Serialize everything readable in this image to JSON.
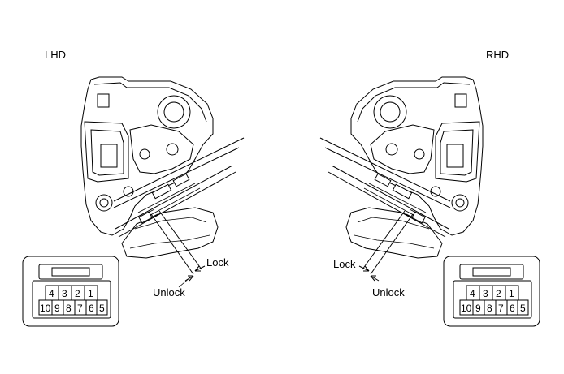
{
  "left": {
    "title": "LHD",
    "lock_label": "Lock",
    "unlock_label": "Unlock",
    "connector": {
      "top_row": [
        "4",
        "3",
        "2",
        "1"
      ],
      "bottom_row": [
        "10",
        "9",
        "8",
        "7",
        "6",
        "5"
      ]
    }
  },
  "right": {
    "title": "RHD",
    "lock_label": "Lock",
    "unlock_label": "Unlock",
    "connector": {
      "top_row": [
        "4",
        "3",
        "2",
        "1"
      ],
      "bottom_row": [
        "10",
        "9",
        "8",
        "7",
        "6",
        "5"
      ]
    }
  }
}
